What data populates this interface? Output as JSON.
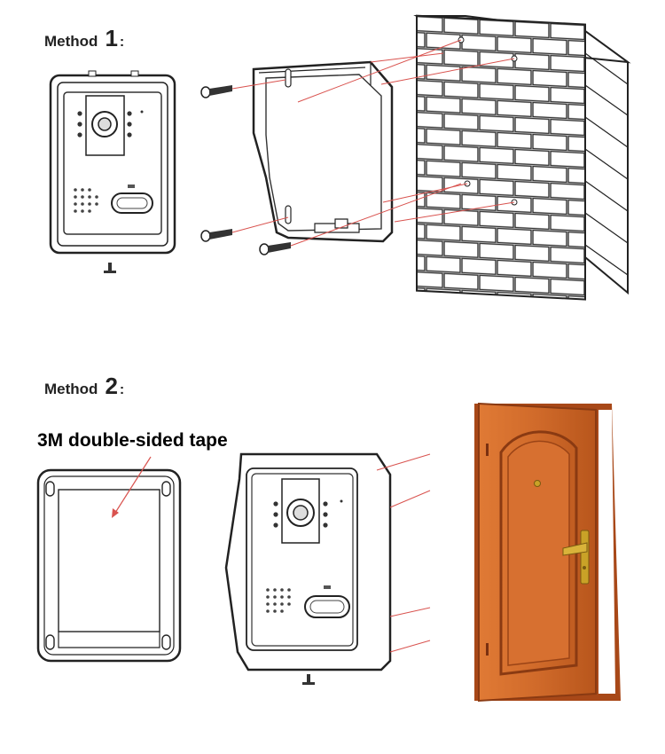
{
  "method1": {
    "word": "Method",
    "number": "1",
    "colon": ":"
  },
  "method2": {
    "word": "Method",
    "number": "2",
    "colon": ":"
  },
  "tape_label": "3M double-sided tape",
  "colors": {
    "outline": "#222222",
    "guide_line": "#d9534f",
    "door": "#c8642a",
    "door_dark": "#8a3a12",
    "handle": "#c9a227"
  }
}
